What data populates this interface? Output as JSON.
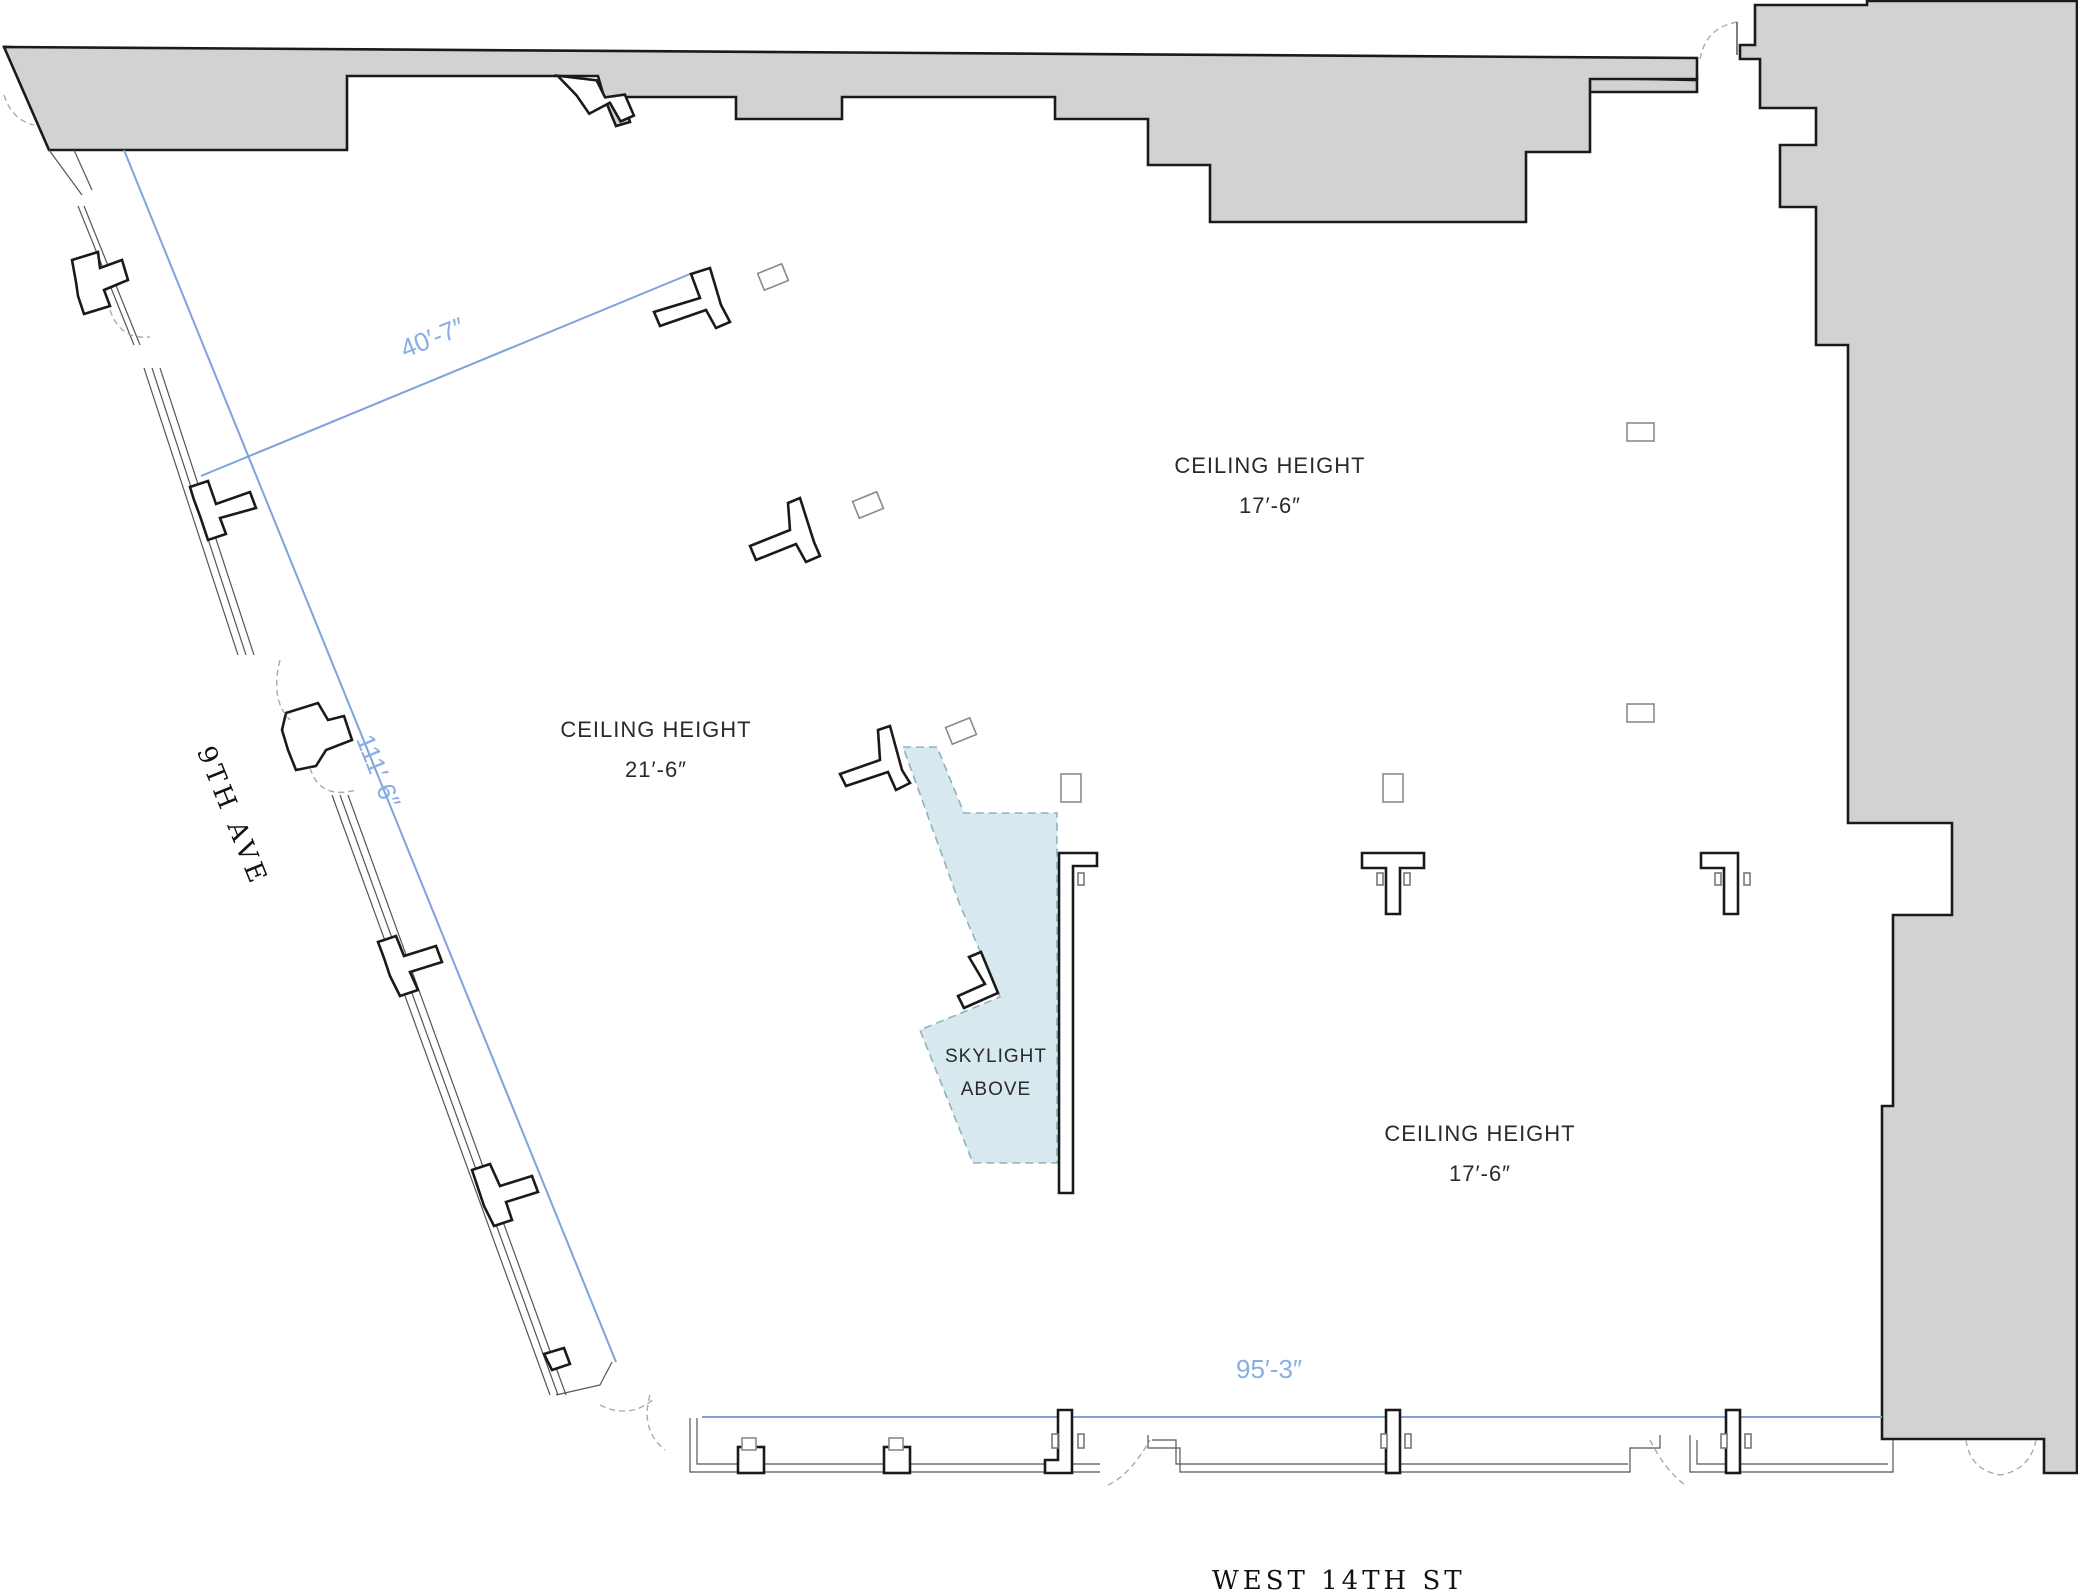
{
  "plan": {
    "type": "floor-plan",
    "labels": {
      "ceiling_north": {
        "title": "CEILING HEIGHT",
        "value": "17′-6″"
      },
      "ceiling_west": {
        "title": "CEILING HEIGHT",
        "value": "21′-6″"
      },
      "ceiling_south": {
        "title": "CEILING HEIGHT",
        "value": "17′-6″"
      },
      "skylight": {
        "line1": "SKYLIGHT",
        "line2": "ABOVE"
      }
    },
    "dimensions": {
      "depth": "40′-7″",
      "avenue_frontage": "111′-6″",
      "street_frontage": "95′-3″"
    },
    "streets": {
      "west": "9TH AVE",
      "south": "WEST 14TH ST"
    },
    "colors": {
      "core_fill": "#d1d2d4",
      "skylight_fill": "#d7e8ee",
      "dimension_line": "#7ea3dc",
      "wall_stroke": "#1a1a1a"
    }
  }
}
